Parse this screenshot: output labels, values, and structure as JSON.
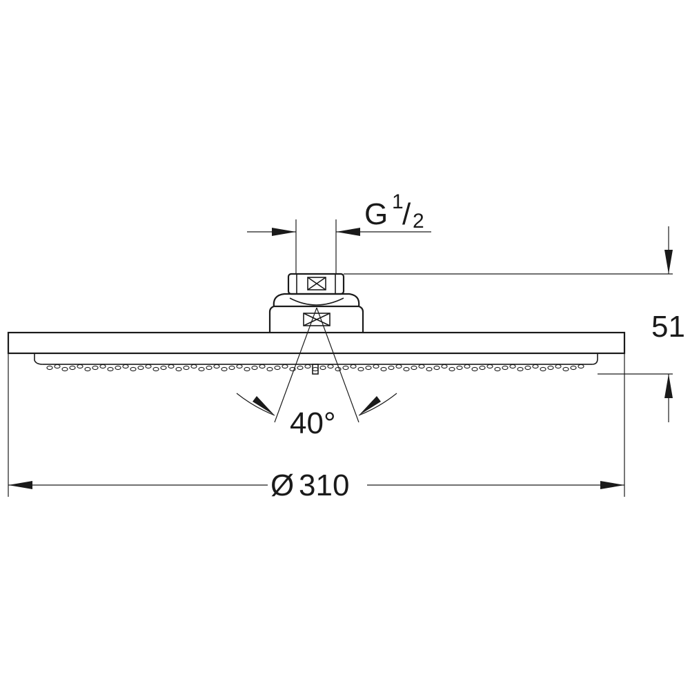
{
  "drawing": {
    "thread_label": {
      "letter": "G",
      "numerator": "1",
      "denominator": "2"
    },
    "height_dimension": "51",
    "angle_dimension": "40°",
    "diameter_dimension": {
      "symbol": "Ø",
      "value": "310"
    }
  }
}
